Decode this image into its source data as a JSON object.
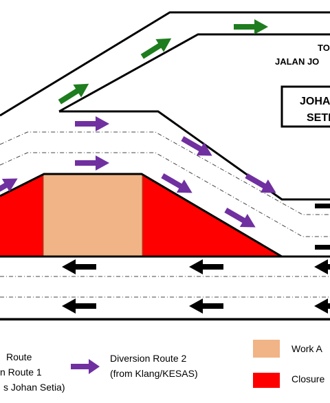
{
  "labels": {
    "toll_line1": "TO",
    "toll_line2": "JALAN JO",
    "sign_line1": "JOHA",
    "sign_line2": "SETI"
  },
  "legend": {
    "route_a_line1": "Route",
    "route_a_line2": "n Route 1",
    "route_a_line3": "s Johan Setia)",
    "route2_line1": "Diversion Route 2",
    "route2_line2": "(from Klang/KESAS)",
    "work_area": "Work A",
    "closure": "Closure"
  },
  "colors": {
    "closure": "#ff0000",
    "work_area": "#f0b486",
    "diversion1": "#1e7d1e",
    "diversion2": "#7030a0",
    "road": "#000000",
    "traffic": "#000000"
  },
  "icons": {
    "green_arrow": "arrow-right-icon",
    "purple_arrow": "arrow-right-icon",
    "black_arrow": "arrow-left-icon"
  }
}
